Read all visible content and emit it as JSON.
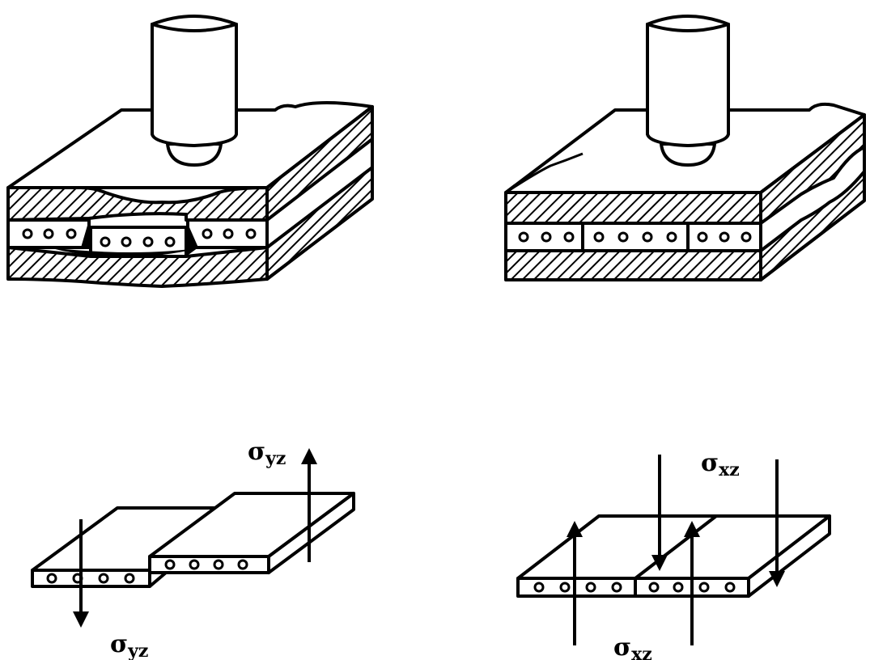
{
  "colors": {
    "ink": "#000000",
    "paper": "#ffffff"
  },
  "labels": {
    "sigma_yz_top": {
      "symbol": "σ",
      "subscript": "yz"
    },
    "sigma_yz_bottom": {
      "symbol": "σ",
      "subscript": "yz"
    },
    "sigma_xz_top": {
      "symbol": "σ",
      "subscript": "xz"
    },
    "sigma_xz_bottom": {
      "symbol": "σ",
      "subscript": "xz"
    }
  }
}
